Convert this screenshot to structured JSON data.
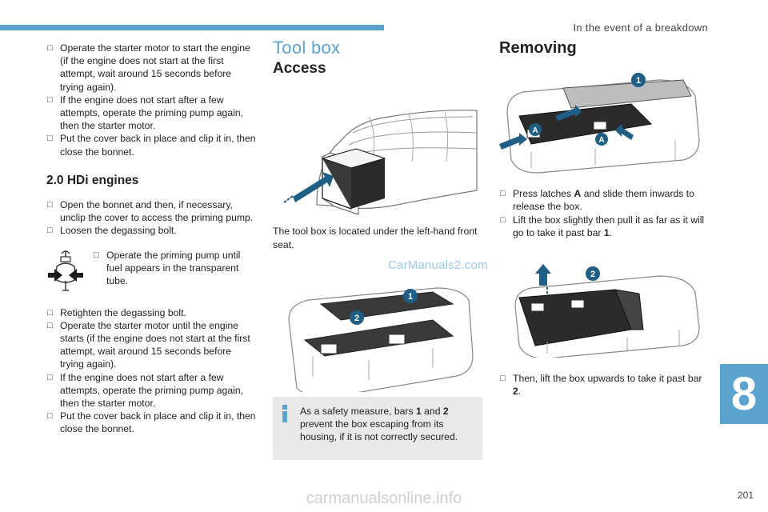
{
  "header": {
    "title": "In the event of a breakdown"
  },
  "chapter": {
    "number": "8"
  },
  "page": {
    "number": "201"
  },
  "footer": {
    "watermark": "carmanualsonline.info"
  },
  "marker": "□",
  "left": {
    "intro_steps": [
      "Operate the starter motor to start the engine (if the engine does not start at the first attempt, wait around 15 seconds before trying again).",
      "If the engine does not start after a few attempts, operate the priming pump again, then the starter motor.",
      "Put the cover back in place and clip it in, then close the bonnet."
    ],
    "hdi_heading": "2.0 HDi engines",
    "hdi_steps": [
      "Open the bonnet and then, if necessary, unclip the cover to access the priming pump.",
      "Loosen the degassing bolt."
    ],
    "pump_step": "Operate the priming pump until fuel appears in the transparent tube.",
    "final_steps": [
      "Retighten the degassing bolt.",
      "Operate the starter motor until the engine starts (if the engine does not start at the first attempt, wait around 15 seconds before trying again).",
      "If the engine does not start after a few attempts, operate the priming pump again, then the starter motor.",
      "Put the cover back in place and clip it in, then close the bonnet."
    ]
  },
  "middle": {
    "title": "Tool box",
    "access_heading": "Access",
    "location_text": "The tool box is located under the left-hand front seat.",
    "watermark": "CarManuals2.com",
    "figure_labels": [
      "1",
      "2"
    ],
    "note": {
      "pre": "As a safety measure, bars ",
      "b1": "1",
      "mid": " and ",
      "b2": "2",
      "post": " prevent the box escaping from its housing, if it is not correctly secured."
    }
  },
  "right": {
    "heading": "Removing",
    "figure1_labels": [
      "1",
      "A",
      "A"
    ],
    "step1": {
      "pre": "Press latches ",
      "bold": "A",
      "post": " and slide them inwards to release the box."
    },
    "step2": {
      "pre": "Lift the box slightly then pull it as far as it will go to take it past bar ",
      "bold": "1",
      "post": "."
    },
    "figure2_labels": [
      "2"
    ],
    "step3": {
      "pre": "Then, lift the box upwards to take it past bar ",
      "bold": "2",
      "post": "."
    }
  },
  "colors": {
    "accent": "#5ba3cf",
    "note_bg": "#e9e9e9",
    "text": "#222222"
  },
  "icons": [
    "priming-pump-icon",
    "info-icon",
    "arrow-icon"
  ]
}
